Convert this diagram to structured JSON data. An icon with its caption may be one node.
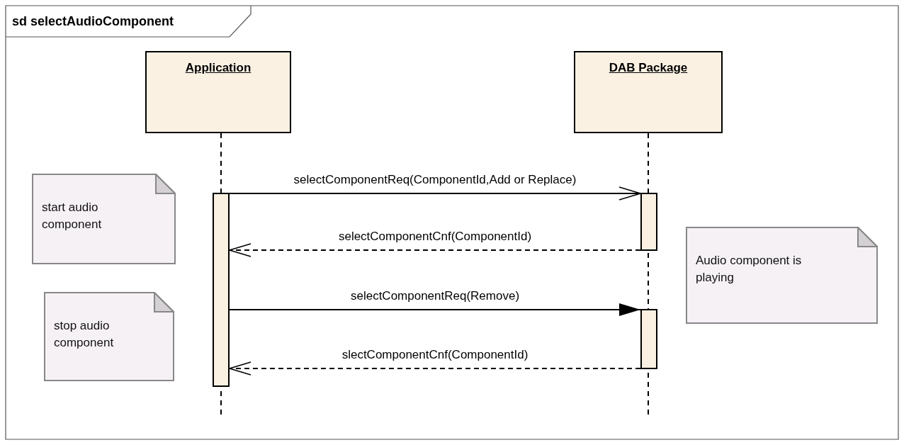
{
  "diagram": {
    "title": "sd selectAudioComponent",
    "nodes": [
      {
        "text": [
          "Application"
        ]
      },
      {
        "text": [
          "DAB Package"
        ]
      },
      {
        "text": [],
        "shape": "bar"
      },
      {
        "text": [],
        "shape": "bar"
      },
      {
        "text": [],
        "shape": "bar"
      },
      {
        "text": [
          "start audio component"
        ]
      },
      {
        "text": [
          "stop audio component"
        ]
      },
      {
        "text": [
          "Audio component is playing"
        ]
      }
    ],
    "edges": [
      {
        "from": 2,
        "to": 3,
        "arrow": "to",
        "label": "selectComponentReq(ComponentId,Add or Replace)"
      },
      {
        "from": 3,
        "to": 2,
        "arrow": "to",
        "style": "dashed",
        "label": "selectComponentCnf(ComponentId)"
      },
      {
        "from": 2,
        "to": 4,
        "arrow": "to",
        "label": "selectComponentReq(Remove)"
      },
      {
        "from": 4,
        "to": 2,
        "arrow": "to",
        "style": "dashed",
        "label": "slectComponentCnf(ComponentId)"
      }
    ]
  }
}
